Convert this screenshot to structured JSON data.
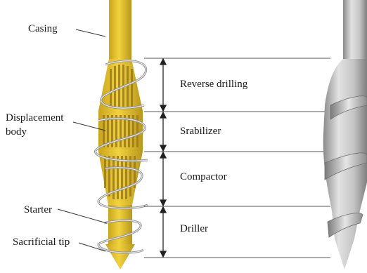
{
  "left_labels": {
    "casing": "Casing",
    "displacement_line1": "Displacement",
    "displacement_line2": "body",
    "starter": "Starter",
    "sacrificial_tip": "Sacrificial tip"
  },
  "sections": [
    {
      "name": "Reverse drilling"
    },
    {
      "name": "Srabilizer"
    },
    {
      "name": "Compactor"
    },
    {
      "name": "Driller"
    }
  ],
  "colors": {
    "body_yellow": "#e8c42a",
    "body_dark": "#b8961c",
    "slot": "#9c7c12",
    "helix": "#a8a8a8",
    "render_gray": "#bdbdbd",
    "dimension_line": "#333333"
  }
}
